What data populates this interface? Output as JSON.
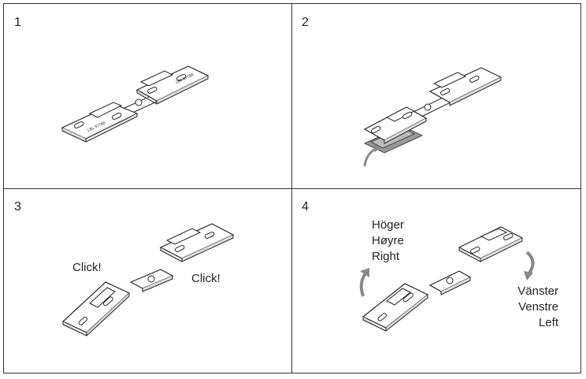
{
  "panels": [
    {
      "number": "1"
    },
    {
      "number": "2"
    },
    {
      "number": "3",
      "click_left": "Click!",
      "click_right": "Click!"
    },
    {
      "number": "4",
      "right_turn": [
        "Höger",
        "Høyre",
        "Right"
      ],
      "left_turn": [
        "Vänster",
        "Venstre",
        "Left"
      ]
    }
  ],
  "colors": {
    "line": "#222222",
    "fill": "#ffffff",
    "arrow": "#888888",
    "shadow": "#aaaaaa"
  }
}
